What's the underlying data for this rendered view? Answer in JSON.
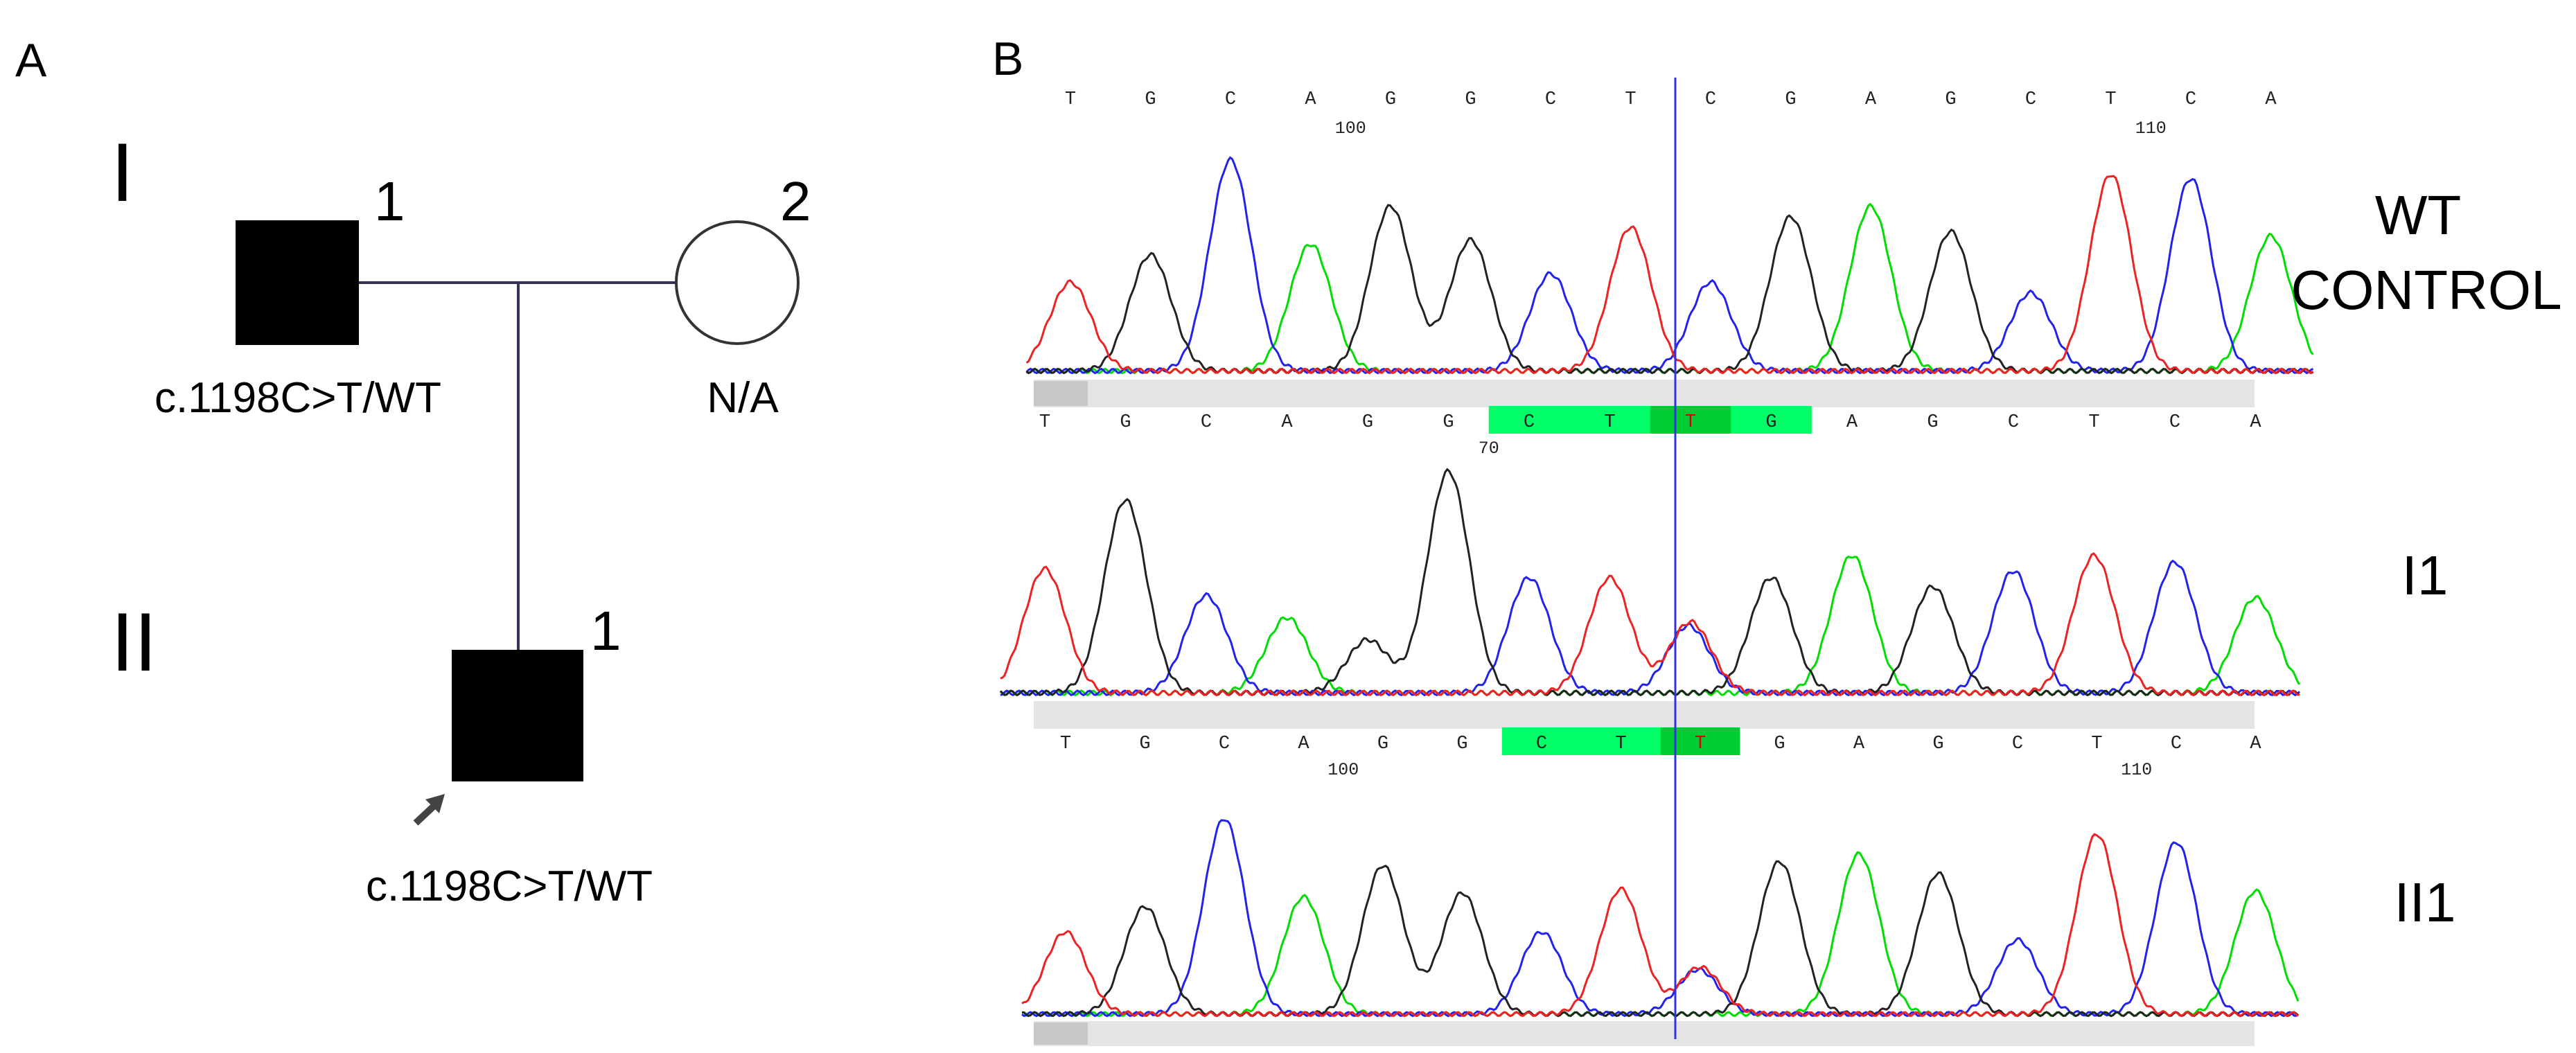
{
  "panel_a": {
    "letter": "A",
    "generations": [
      "I",
      "II"
    ],
    "individuals": [
      {
        "id": "I-1",
        "number": "1",
        "sex": "male",
        "affected": true,
        "genotype": "c.1198C>T/WT"
      },
      {
        "id": "I-2",
        "number": "2",
        "sex": "female",
        "affected": false,
        "genotype": "N/A"
      },
      {
        "id": "II-1",
        "number": "1",
        "sex": "male",
        "affected": true,
        "genotype": "c.1198C>T/WT",
        "proband": true
      }
    ]
  },
  "panel_b": {
    "letter": "B",
    "colors": {
      "A": "#00dd00",
      "C": "#2222ee",
      "G": "#222222",
      "T": "#ee2222",
      "highlight": "#00ff66",
      "highlight_dark": "#00cc33",
      "cursor": "#3333dd",
      "base_text_mut": "#dd0000"
    },
    "tracks": [
      {
        "label_lines": [
          "WT",
          "CONTROL"
        ],
        "bases": [
          "T",
          "G",
          "C",
          "A",
          "G",
          "G",
          "C",
          "T",
          "C",
          "G",
          "A",
          "G",
          "C",
          "T",
          "C",
          "A"
        ],
        "numbers": [
          {
            "after_index": 4,
            "text": "100"
          },
          {
            "after_index": 14,
            "text": "110"
          }
        ],
        "highlight": null,
        "peaks": [
          0.42,
          0.55,
          1.0,
          0.6,
          0.78,
          0.62,
          0.46,
          0.68,
          0.42,
          0.73,
          0.78,
          0.66,
          0.37,
          0.93,
          0.91,
          0.64
        ],
        "het_at_cursor": false
      },
      {
        "label_lines": [
          "I1"
        ],
        "bases": [
          "T",
          "G",
          "C",
          "A",
          "G",
          "G",
          "C",
          "T",
          "T",
          "G",
          "A",
          "G",
          "C",
          "T",
          "C",
          "A"
        ],
        "numbers": [
          {
            "after_index": 6,
            "text": "70"
          }
        ],
        "highlight": {
          "from": 6,
          "to": 9,
          "mutant_index": 8
        },
        "peaks": [
          0.56,
          0.87,
          0.44,
          0.34,
          0.24,
          1.0,
          0.52,
          0.52,
          0.32,
          0.52,
          0.62,
          0.48,
          0.55,
          0.62,
          0.59,
          0.43
        ],
        "het_at_cursor": true
      },
      {
        "label_lines": [
          "II1"
        ],
        "bases": [
          "T",
          "G",
          "C",
          "A",
          "G",
          "G",
          "C",
          "T",
          "T",
          "G",
          "A",
          "G",
          "C",
          "T",
          "C",
          "A"
        ],
        "numbers": [
          {
            "after_index": 4,
            "text": "100"
          },
          {
            "after_index": 14,
            "text": "110"
          }
        ],
        "highlight": {
          "from": 6,
          "to": 8,
          "mutant_index": 8
        },
        "peaks": [
          0.42,
          0.55,
          1.0,
          0.6,
          0.76,
          0.62,
          0.42,
          0.64,
          0.24,
          0.78,
          0.82,
          0.72,
          0.38,
          0.92,
          0.88,
          0.63
        ],
        "het_at_cursor": true
      }
    ]
  }
}
